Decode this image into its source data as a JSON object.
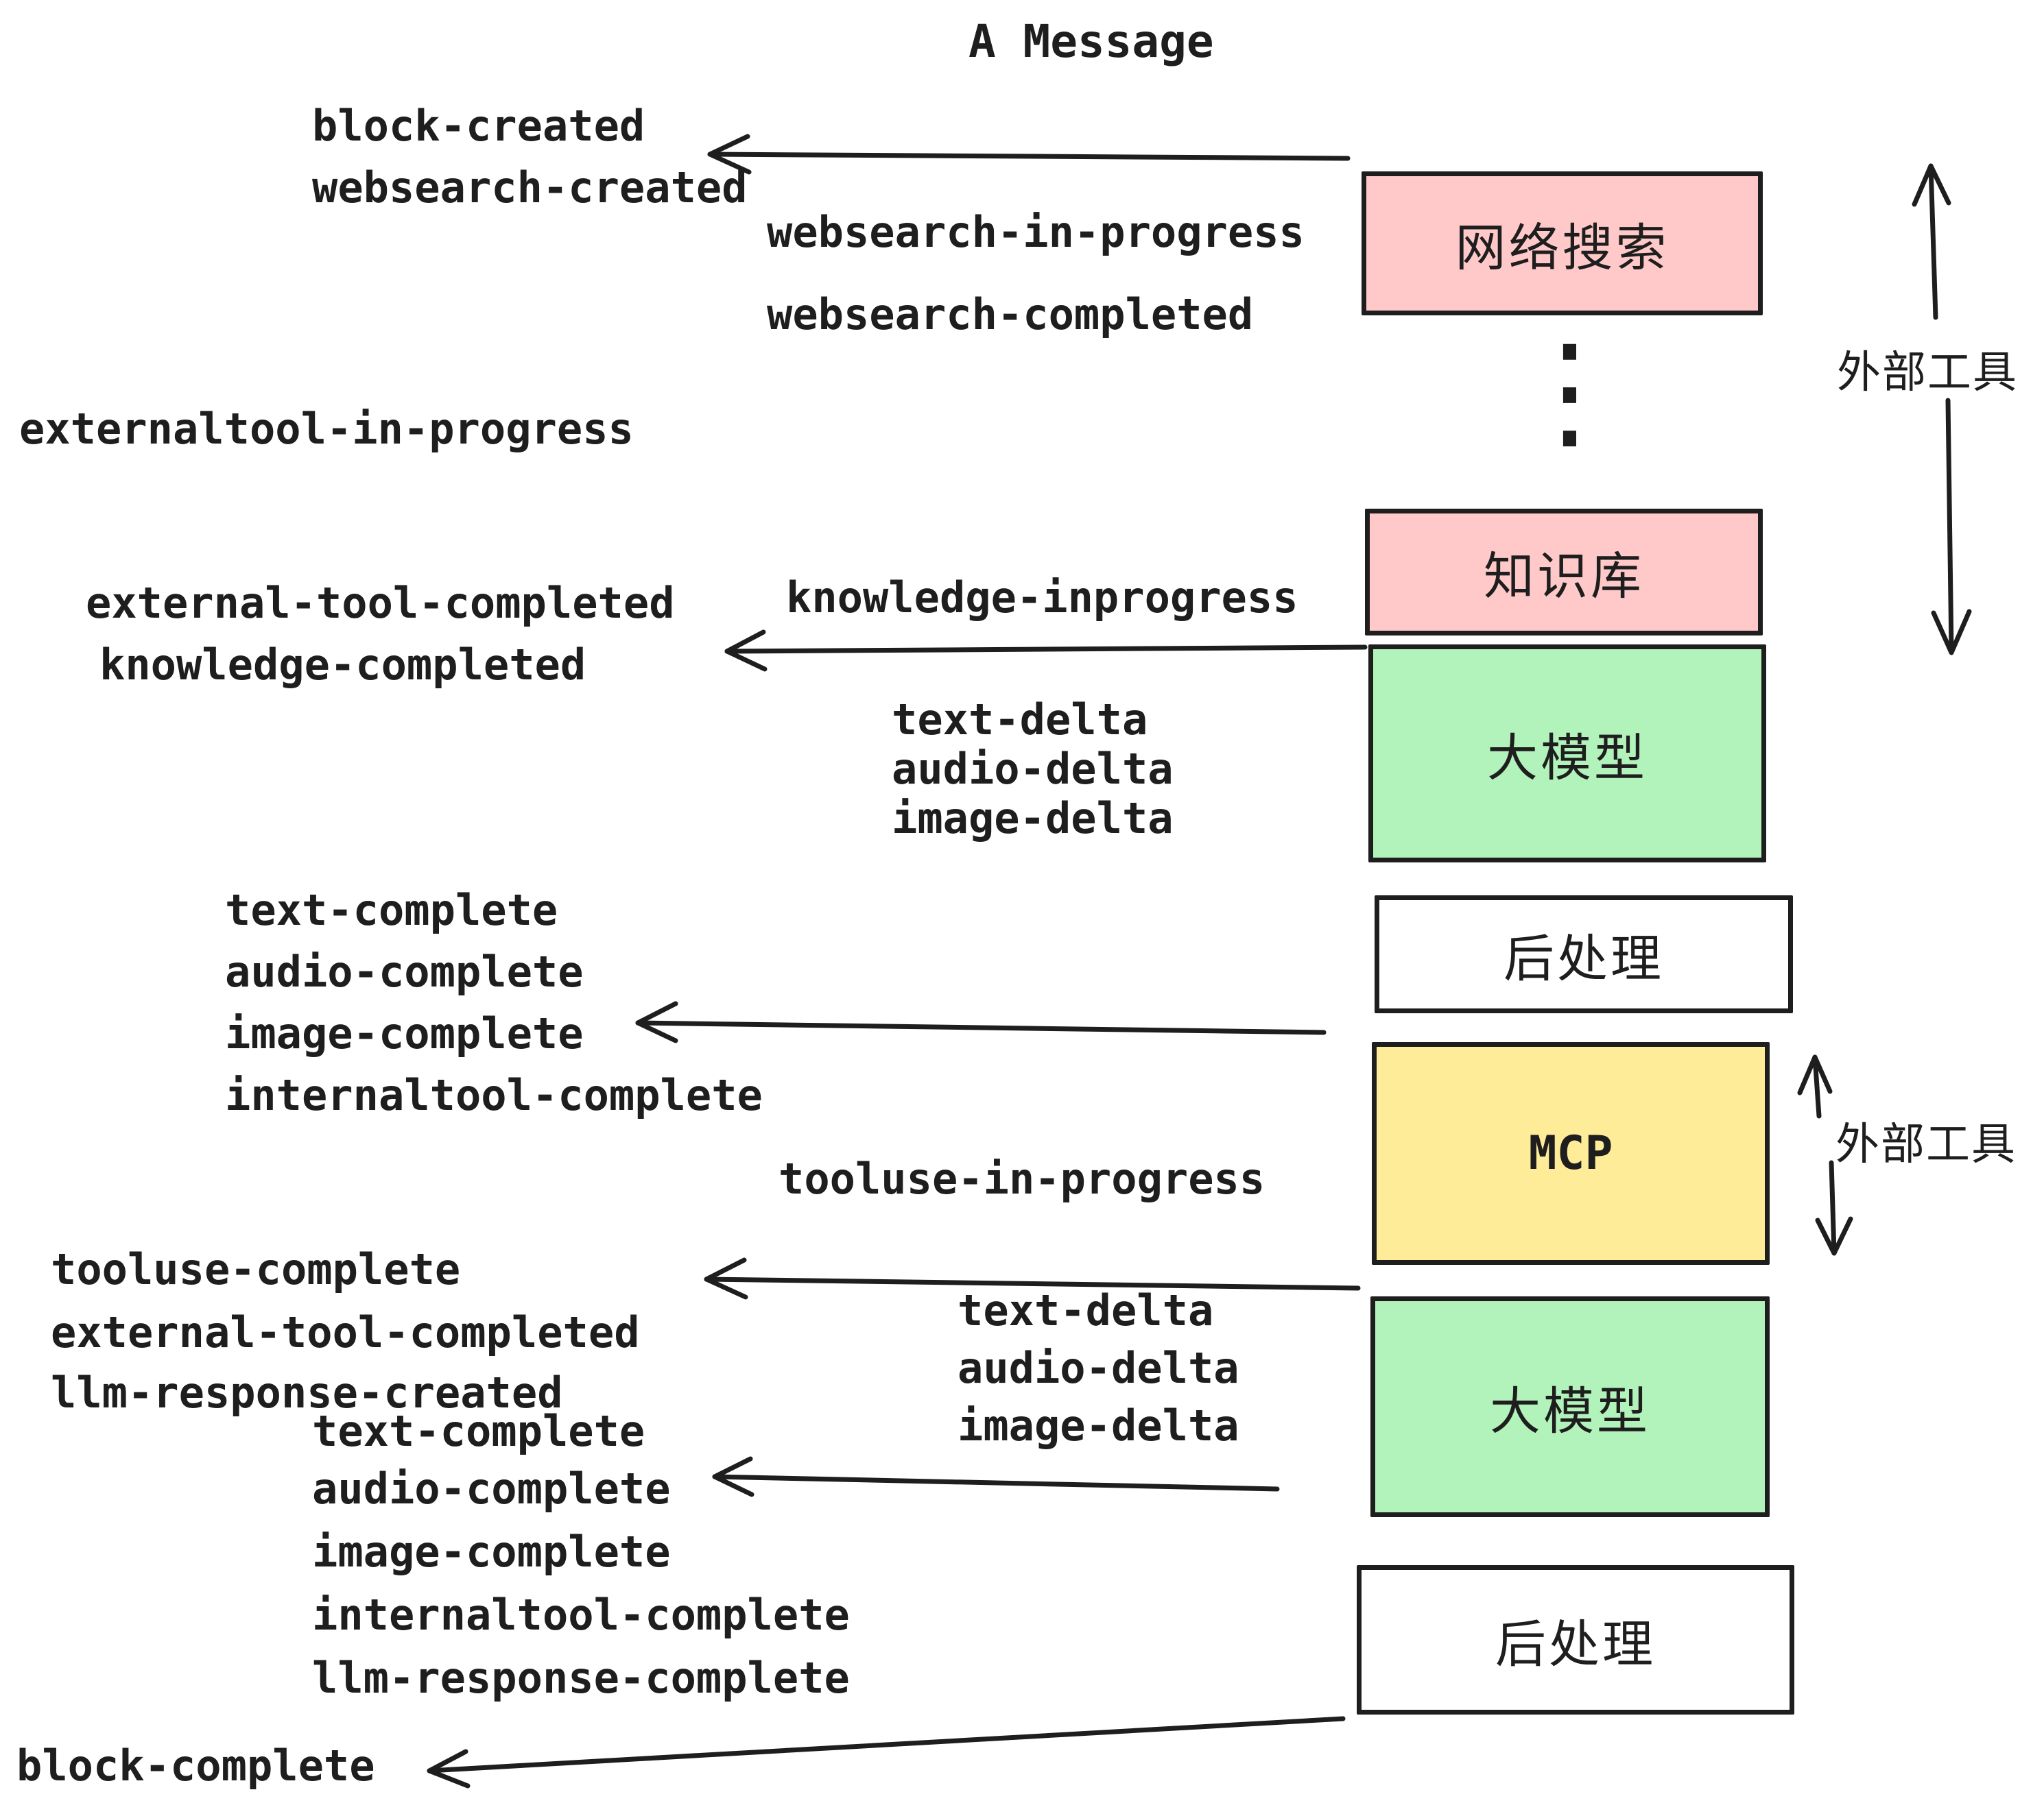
{
  "title": "A Message",
  "events": {
    "block_created": "block-created",
    "websearch_created": "websearch-created",
    "websearch_in_progress": "websearch-in-progress",
    "websearch_completed": "websearch-completed",
    "externaltool_in_progress": "externaltool-in-progress",
    "external_tool_completed": "external-tool-completed",
    "knowledge_inprogress": "knowledge-inprogress",
    "knowledge_completed": "knowledge-completed",
    "text_delta": "text-delta",
    "audio_delta": "audio-delta",
    "image_delta": "image-delta",
    "text_complete": "text-complete",
    "audio_complete": "audio-complete",
    "image_complete": "image-complete",
    "internaltool_complete": "internaltool-complete",
    "tooluse_in_progress": "tooluse-in-progress",
    "tooluse_complete": "tooluse-complete",
    "llm_response_created": "llm-response-created",
    "llm_response_complete": "llm-response-complete",
    "block_complete": "block-complete"
  },
  "boxes": {
    "web_search": "网络搜索",
    "knowledge_base": "知识库",
    "llm": "大模型",
    "post_processing": "后处理",
    "mcp": "MCP"
  },
  "annotations": {
    "external_tools": "外部工具",
    "ellipsis": "⋮"
  },
  "colors": {
    "stroke": "#1e1e1e",
    "pink": "#ffc9c9",
    "green": "#b2f2bb",
    "yellow": "#ffec99",
    "white": "#ffffff"
  }
}
